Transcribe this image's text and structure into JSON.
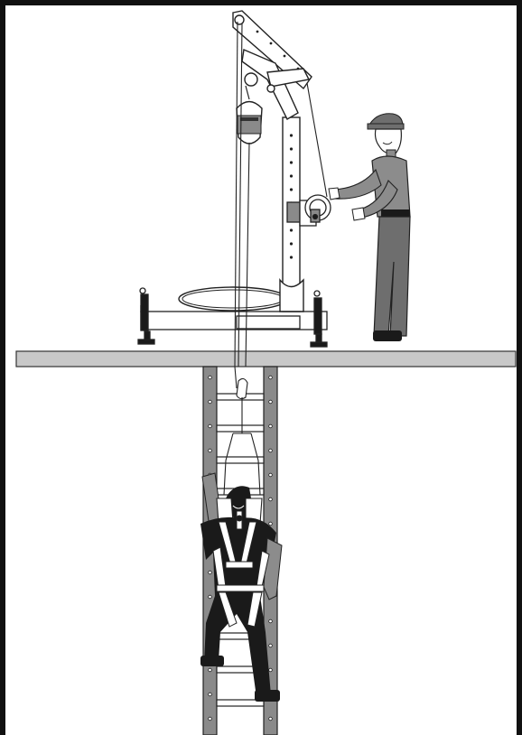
{
  "figure": {
    "colors": {
      "frame": "#111111",
      "ground": "#c8c8c8",
      "shaft_rail": "#8a8a8a",
      "worker_skin": "#8c8c8c",
      "worker_clothes": "#6e6e6e",
      "dark": "#1a1a1a",
      "line": "#222222"
    },
    "parts": [
      "davit-arm",
      "davit-mast",
      "davit-base",
      "winch",
      "self-retracting-lifeline",
      "manhole-opening",
      "ground-surface",
      "shaft-ladder",
      "attendant-worker",
      "entrant-worker",
      "body-harness"
    ]
  }
}
